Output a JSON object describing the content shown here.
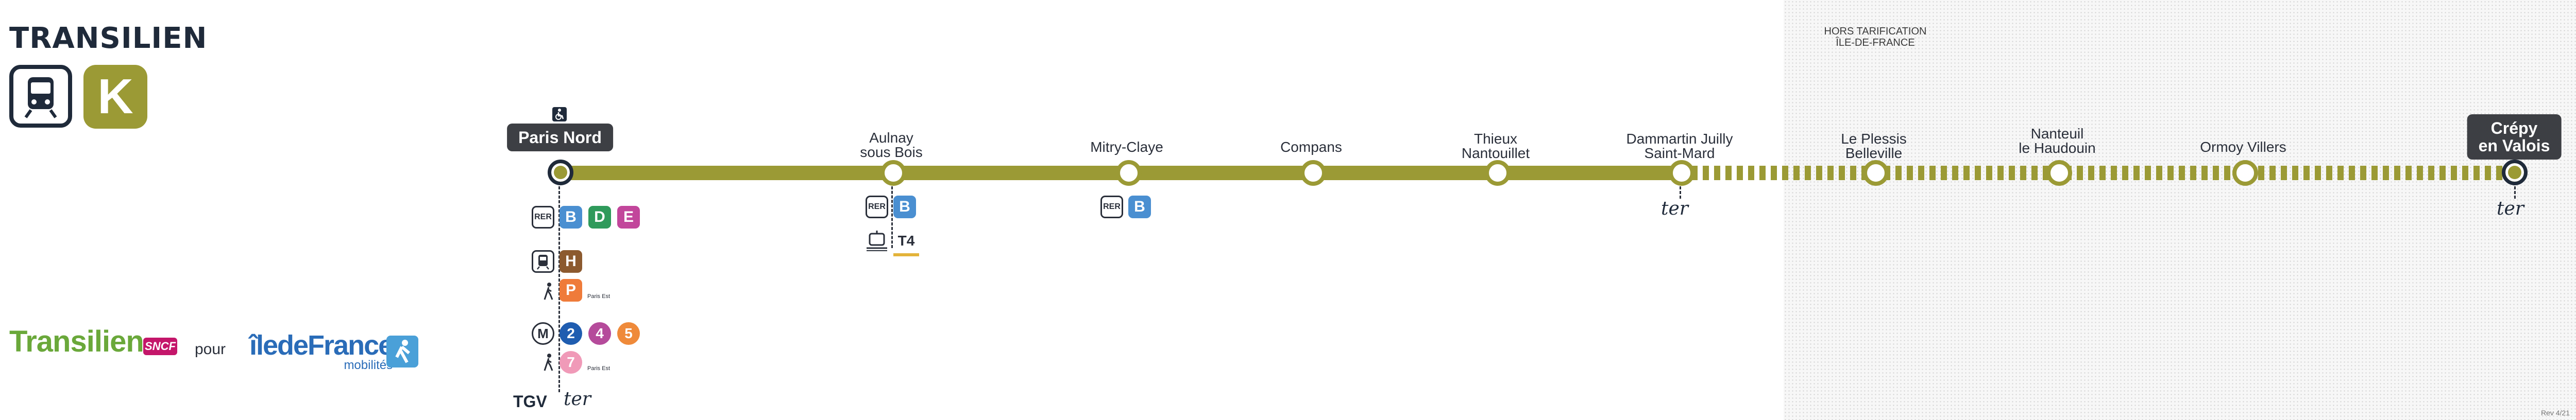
{
  "header": {
    "title": "TRANSILIEN",
    "line": "K"
  },
  "zone_note": {
    "line1": "HORS TARIFICATION",
    "line2": "ÎLE-DE-FRANCE"
  },
  "stations": [
    {
      "name1": "Paris Nord",
      "name2": ""
    },
    {
      "name1": "Aulnay",
      "name2": "sous Bois"
    },
    {
      "name1": "Mitry-Claye",
      "name2": ""
    },
    {
      "name1": "Compans",
      "name2": ""
    },
    {
      "name1": "Thieux",
      "name2": "Nantouillet"
    },
    {
      "name1": "Dammartin Juilly",
      "name2": "Saint-Mard"
    },
    {
      "name1": "Le Plessis",
      "name2": "Belleville"
    },
    {
      "name1": "Nanteuil",
      "name2": "le Haudouin"
    },
    {
      "name1": "Ormoy Villers",
      "name2": ""
    },
    {
      "name1": "Crépy",
      "name2": "en Valois"
    }
  ],
  "connections": {
    "rer_tag": "RER",
    "rer_lines": [
      "B",
      "D",
      "E"
    ],
    "transilien_lines": [
      "H"
    ],
    "transilien_p": "P",
    "paris_est": "Paris Est",
    "metro_tag": "M",
    "metro_lines": [
      "2",
      "4",
      "5"
    ],
    "metro_7": "7",
    "aulnay_rer": "B",
    "aulnay_tram": "T4",
    "mitry_rer": "B",
    "tgv": "TGV",
    "ter": "ter"
  },
  "footer": {
    "pour": "pour",
    "transilien": "Transilien",
    "sncf": "SNCF",
    "idf": "îledeFrance",
    "idf_sub": "mobilités",
    "rev": "Rev 4/21"
  },
  "colors": {
    "line_k": "#9b9a35",
    "rer_b": "#4a8fd1",
    "rer_d": "#2f9a5b",
    "rer_e": "#c2469b",
    "line_h": "#8c5a2f",
    "line_p": "#ef7b3a",
    "metro_2": "#1f5db0",
    "metro_4": "#b54b9b",
    "metro_5": "#ef8a3a",
    "metro_7": "#f09ab8",
    "tram_t4": "#e3b33a"
  }
}
